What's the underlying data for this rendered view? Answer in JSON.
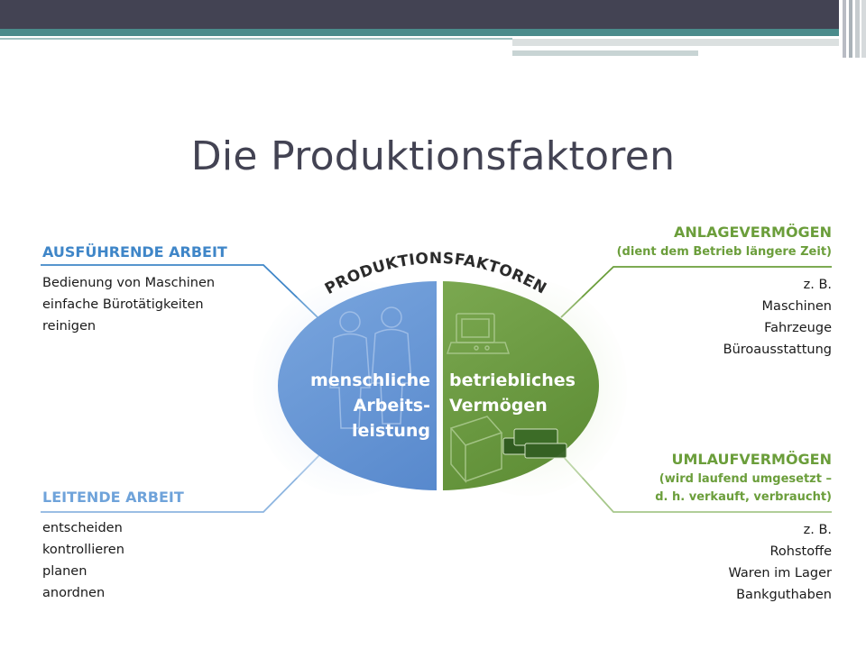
{
  "slide": {
    "title": "Die Produktionsfaktoren"
  },
  "diagram": {
    "arc_label": "PRODUKTIONSFAKTOREN",
    "left_oval": {
      "lines": [
        "menschliche",
        "Arbeits-",
        "leistung"
      ],
      "color": "#5e8fd2"
    },
    "right_oval": {
      "lines": [
        "betriebliches",
        "Vermögen"
      ],
      "color": "#6d9d42"
    },
    "ausfuehrende": {
      "heading": "AUSFÜHRENDE ARBEIT",
      "items": [
        "Bedienung von Maschinen",
        "einfache Bürotätigkeiten",
        "reinigen"
      ]
    },
    "leitende": {
      "heading": "LEITENDE ARBEIT",
      "items": [
        "entscheiden",
        "kontrollieren",
        "planen",
        "anordnen"
      ]
    },
    "anlage": {
      "heading": "ANLAGEVERMÖGEN",
      "subheading": "(dient dem Betrieb längere Zeit)",
      "items": [
        "z. B.",
        "Maschinen",
        "Fahrzeuge",
        "Büroausstattung"
      ]
    },
    "umlauf": {
      "heading": "UMLAUFVERMÖGEN",
      "subheading_lines": [
        "(wird laufend umgesetzt –",
        "d. h. verkauft, verbraucht)"
      ],
      "items": [
        "z. B.",
        "Rohstoffe",
        "Waren im Lager",
        "Bankguthaben"
      ]
    },
    "colors": {
      "blue_accent": "#3f86c8",
      "green_accent": "#6b9e3b"
    }
  }
}
